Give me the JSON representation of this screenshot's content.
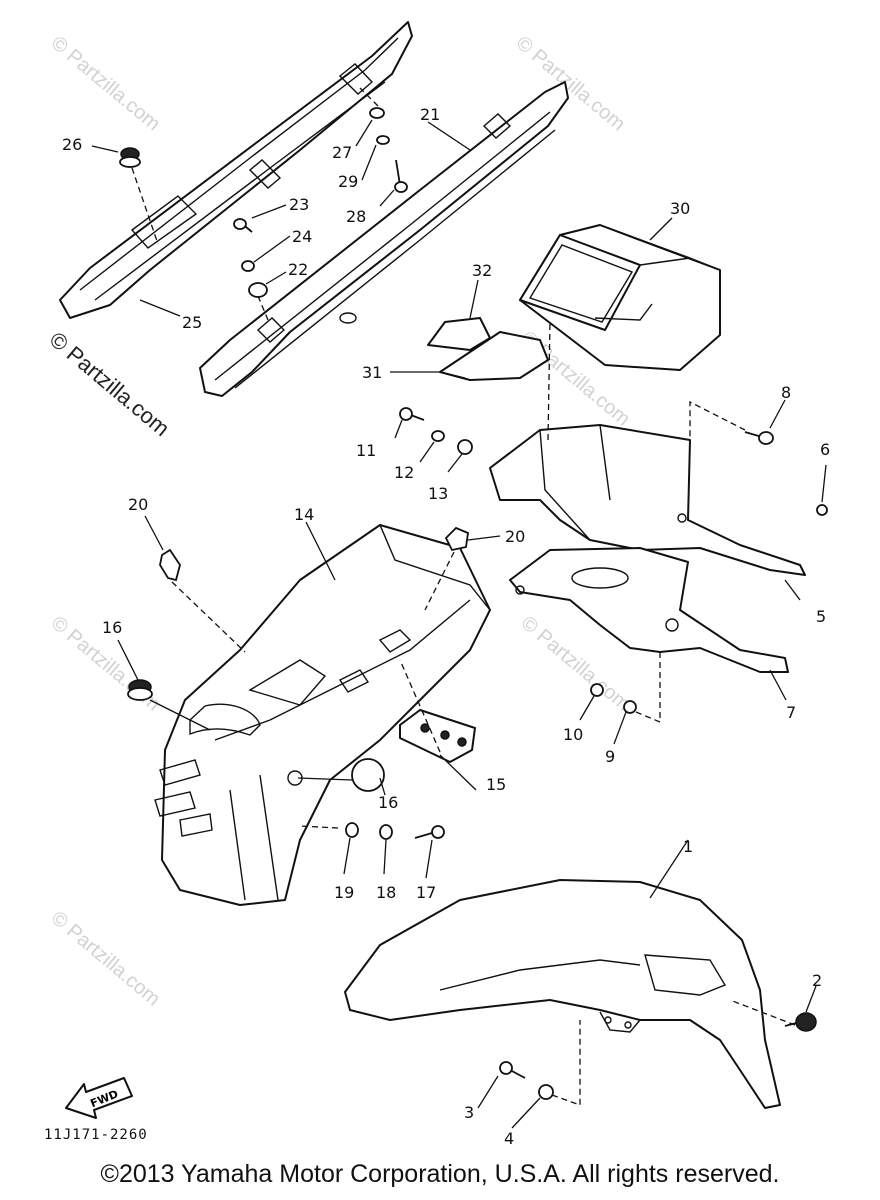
{
  "watermark": {
    "small": "© Partzilla.com",
    "prominent": "© Partzilla.com"
  },
  "callouts": {
    "c1": "1",
    "c2": "2",
    "c3": "3",
    "c4": "4",
    "c5": "5",
    "c6": "6",
    "c7": "7",
    "c8": "8",
    "c9": "9",
    "c10": "10",
    "c11": "11",
    "c12": "12",
    "c13": "13",
    "c14": "14",
    "c15": "15",
    "c16a": "16",
    "c16b": "16",
    "c17": "17",
    "c18": "18",
    "c19": "19",
    "c20a": "20",
    "c20b": "20",
    "c21": "21",
    "c22": "22",
    "c23": "23",
    "c24": "24",
    "c25": "25",
    "c26": "26",
    "c27": "27",
    "c28": "28",
    "c29": "29",
    "c30": "30",
    "c31": "31",
    "c32": "32"
  },
  "fwd_label": "FWD",
  "catalog_code": "11J171-2260",
  "copyright": "©2013 Yamaha Motor Corporation, U.S.A. All rights reserved."
}
